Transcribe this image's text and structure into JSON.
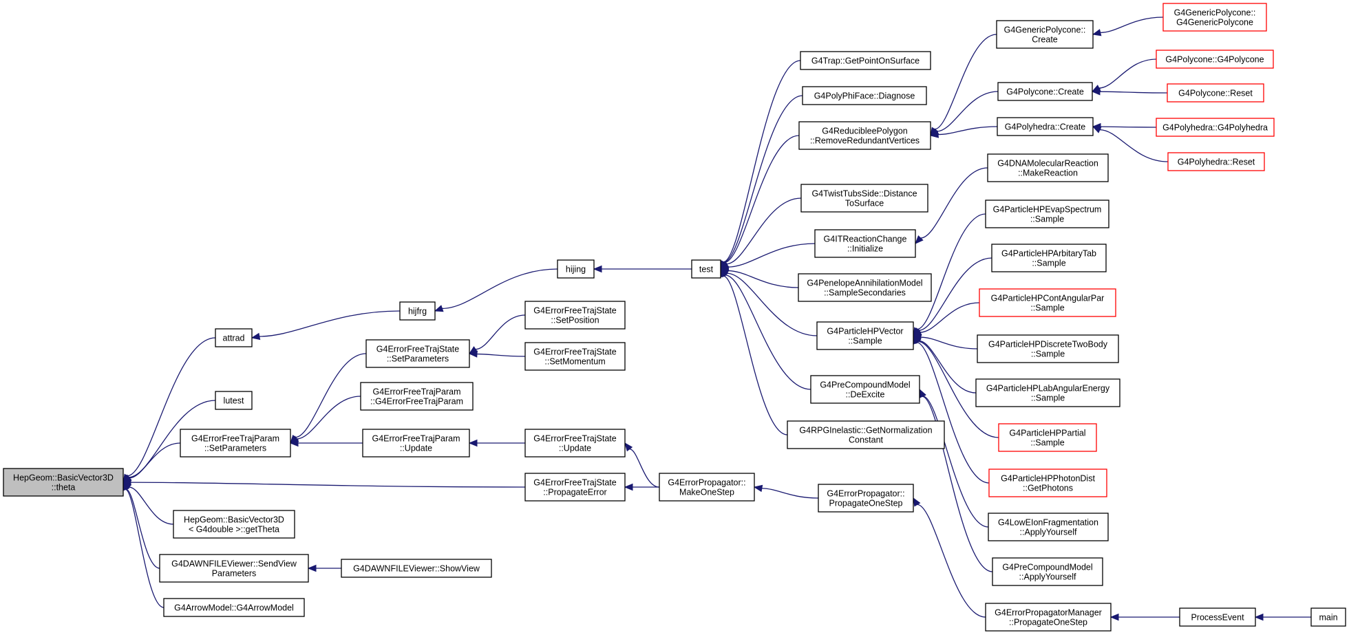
{
  "graph": {
    "colors": {
      "edge": "#191970",
      "truncated_border": "#ff0000",
      "root_fill": "#bfbfbf"
    },
    "nodes": [
      {
        "id": "n_theta",
        "lines": [
          "HepGeom::BasicVector3D",
          "::theta"
        ],
        "root": true
      },
      {
        "id": "n_attrad",
        "lines": [
          "attrad"
        ]
      },
      {
        "id": "n_lutest",
        "lines": [
          "lutest"
        ]
      },
      {
        "id": "n_eftp_setparams",
        "lines": [
          "G4ErrorFreeTrajParam",
          "::SetParameters"
        ]
      },
      {
        "id": "n_bv3d_gettheta",
        "lines": [
          "HepGeom::BasicVector3D",
          "< G4double >::getTheta"
        ]
      },
      {
        "id": "n_dawn_sendview",
        "lines": [
          "G4DAWNFILEViewer::SendView",
          "Parameters"
        ]
      },
      {
        "id": "n_arrowmodel",
        "lines": [
          "G4ArrowModel::G4ArrowModel"
        ]
      },
      {
        "id": "n_hijfrg",
        "lines": [
          "hijfrg"
        ]
      },
      {
        "id": "n_efts_setparams",
        "lines": [
          "G4ErrorFreeTrajState",
          "::SetParameters"
        ]
      },
      {
        "id": "n_eftp_ctor",
        "lines": [
          "G4ErrorFreeTrajParam",
          "::G4ErrorFreeTrajParam"
        ]
      },
      {
        "id": "n_eftp_update",
        "lines": [
          "G4ErrorFreeTrajParam",
          "::Update"
        ]
      },
      {
        "id": "n_efts_propagate",
        "lines": [
          "G4ErrorFreeTrajState",
          "::PropagateError"
        ]
      },
      {
        "id": "n_dawn_showview",
        "lines": [
          "G4DAWNFILEViewer::ShowView"
        ]
      },
      {
        "id": "n_hijing",
        "lines": [
          "hijing"
        ]
      },
      {
        "id": "n_efts_setposition",
        "lines": [
          "G4ErrorFreeTrajState",
          "::SetPosition"
        ]
      },
      {
        "id": "n_efts_setmomentum",
        "lines": [
          "G4ErrorFreeTrajState",
          "::SetMomentum"
        ]
      },
      {
        "id": "n_efts_update",
        "lines": [
          "G4ErrorFreeTrajState",
          "::Update"
        ]
      },
      {
        "id": "n_ep_makeonestep",
        "lines": [
          "G4ErrorPropagator::",
          "MakeOneStep"
        ]
      },
      {
        "id": "n_test",
        "lines": [
          "test"
        ]
      },
      {
        "id": "n_ep_propagateonestep",
        "lines": [
          "G4ErrorPropagator::",
          "PropagateOneStep"
        ]
      },
      {
        "id": "n_trap_getpoint",
        "lines": [
          "G4Trap::GetPointOnSurface"
        ]
      },
      {
        "id": "n_polyphi_diagnose",
        "lines": [
          "G4PolyPhiFace::Diagnose"
        ]
      },
      {
        "id": "n_redpoly_remove",
        "lines": [
          "G4ReducibleePolygon",
          "::RemoveRedundantVertices"
        ]
      },
      {
        "id": "n_twisttubs_distance",
        "lines": [
          "G4TwistTubsSide::Distance",
          "ToSurface"
        ]
      },
      {
        "id": "n_itreaction_init",
        "lines": [
          "G4ITReactionChange",
          "::Initialize"
        ]
      },
      {
        "id": "n_penelope_sample",
        "lines": [
          "G4PenelopeAnnihilationModel",
          "::SampleSecondaries"
        ]
      },
      {
        "id": "n_hpvector_sample",
        "lines": [
          "G4ParticleHPVector",
          "::Sample"
        ]
      },
      {
        "id": "n_precompound_deexcite",
        "lines": [
          "G4PreCompoundModel",
          "::DeExcite"
        ]
      },
      {
        "id": "n_rpg_getnorm",
        "lines": [
          "G4RPGInelastic::GetNormalization",
          "Constant"
        ]
      },
      {
        "id": "n_genpolycone_create",
        "lines": [
          "G4GenericPolycone::",
          "Create"
        ]
      },
      {
        "id": "n_polycone_create",
        "lines": [
          "G4Polycone::Create"
        ]
      },
      {
        "id": "n_polyhedra_create",
        "lines": [
          "G4Polyhedra::Create"
        ]
      },
      {
        "id": "n_dnamol_make",
        "lines": [
          "G4DNAMolecularReaction",
          "::MakeReaction"
        ]
      },
      {
        "id": "n_hpevap_sample",
        "lines": [
          "G4ParticleHPEvapSpectrum",
          "::Sample"
        ]
      },
      {
        "id": "n_hparbitrary_sample",
        "lines": [
          "G4ParticleHPArbitaryTab",
          "::Sample"
        ]
      },
      {
        "id": "n_hpcontang_sample",
        "lines": [
          "G4ParticleHPContAngularPar",
          "::Sample"
        ],
        "truncated": true
      },
      {
        "id": "n_hpdiscrete_sample",
        "lines": [
          "G4ParticleHPDiscreteTwoBody",
          "::Sample"
        ]
      },
      {
        "id": "n_hplabang_sample",
        "lines": [
          "G4ParticleHPLabAngularEnergy",
          "::Sample"
        ]
      },
      {
        "id": "n_hppartial_sample",
        "lines": [
          "G4ParticleHPPartial",
          "::Sample"
        ],
        "truncated": true
      },
      {
        "id": "n_hpphoton_get",
        "lines": [
          "G4ParticleHPPhotonDist",
          "::GetPhotons"
        ],
        "truncated": true
      },
      {
        "id": "n_lowelon_apply",
        "lines": [
          "G4LowEIonFragmentation",
          "::ApplyYourself"
        ]
      },
      {
        "id": "n_precompound_apply",
        "lines": [
          "G4PreCompoundModel",
          "::ApplyYourself"
        ]
      },
      {
        "id": "n_epmanager_propagate",
        "lines": [
          "G4ErrorPropagatorManager",
          "::PropagateOneStep"
        ]
      },
      {
        "id": "n_genpolycone_ctor",
        "lines": [
          "G4GenericPolycone::",
          "G4GenericPolycone"
        ],
        "truncated": true
      },
      {
        "id": "n_polycone_ctor",
        "lines": [
          "G4Polycone::G4Polycone"
        ],
        "truncated": true
      },
      {
        "id": "n_polycone_reset",
        "lines": [
          "G4Polycone::Reset"
        ],
        "truncated": true
      },
      {
        "id": "n_polyhedra_ctor",
        "lines": [
          "G4Polyhedra::G4Polyhedra"
        ],
        "truncated": true
      },
      {
        "id": "n_polyhedra_reset",
        "lines": [
          "G4Polyhedra::Reset"
        ],
        "truncated": true
      },
      {
        "id": "n_processevent",
        "lines": [
          "ProcessEvent"
        ]
      },
      {
        "id": "n_main",
        "lines": [
          "main"
        ]
      }
    ],
    "edges": [
      {
        "from": "n_attrad",
        "to": "n_theta"
      },
      {
        "from": "n_lutest",
        "to": "n_theta"
      },
      {
        "from": "n_eftp_setparams",
        "to": "n_theta"
      },
      {
        "from": "n_efts_propagate",
        "to": "n_theta"
      },
      {
        "from": "n_bv3d_gettheta",
        "to": "n_theta"
      },
      {
        "from": "n_dawn_sendview",
        "to": "n_theta"
      },
      {
        "from": "n_arrowmodel",
        "to": "n_theta"
      },
      {
        "from": "n_hijfrg",
        "to": "n_attrad"
      },
      {
        "from": "n_hijing",
        "to": "n_hijfrg"
      },
      {
        "from": "n_test",
        "to": "n_hijing"
      },
      {
        "from": "n_efts_setparams",
        "to": "n_eftp_setparams"
      },
      {
        "from": "n_eftp_ctor",
        "to": "n_eftp_setparams"
      },
      {
        "from": "n_eftp_update",
        "to": "n_eftp_setparams"
      },
      {
        "from": "n_efts_setposition",
        "to": "n_efts_setparams"
      },
      {
        "from": "n_efts_setmomentum",
        "to": "n_efts_setparams"
      },
      {
        "from": "n_efts_update",
        "to": "n_eftp_update"
      },
      {
        "from": "n_ep_makeonestep",
        "to": "n_efts_update"
      },
      {
        "from": "n_ep_makeonestep",
        "to": "n_efts_propagate"
      },
      {
        "from": "n_ep_propagateonestep",
        "to": "n_ep_makeonestep"
      },
      {
        "from": "n_epmanager_propagate",
        "to": "n_ep_propagateonestep"
      },
      {
        "from": "n_processevent",
        "to": "n_epmanager_propagate"
      },
      {
        "from": "n_main",
        "to": "n_processevent"
      },
      {
        "from": "n_dawn_showview",
        "to": "n_dawn_sendview"
      },
      {
        "from": "n_trap_getpoint",
        "to": "n_test"
      },
      {
        "from": "n_polyphi_diagnose",
        "to": "n_test"
      },
      {
        "from": "n_redpoly_remove",
        "to": "n_test"
      },
      {
        "from": "n_twisttubs_distance",
        "to": "n_test"
      },
      {
        "from": "n_itreaction_init",
        "to": "n_test"
      },
      {
        "from": "n_penelope_sample",
        "to": "n_test"
      },
      {
        "from": "n_hpvector_sample",
        "to": "n_test"
      },
      {
        "from": "n_precompound_deexcite",
        "to": "n_test"
      },
      {
        "from": "n_rpg_getnorm",
        "to": "n_test"
      },
      {
        "from": "n_genpolycone_create",
        "to": "n_redpoly_remove"
      },
      {
        "from": "n_polycone_create",
        "to": "n_redpoly_remove"
      },
      {
        "from": "n_polyhedra_create",
        "to": "n_redpoly_remove"
      },
      {
        "from": "n_genpolycone_ctor",
        "to": "n_genpolycone_create"
      },
      {
        "from": "n_polycone_ctor",
        "to": "n_polycone_create"
      },
      {
        "from": "n_polycone_reset",
        "to": "n_polycone_create"
      },
      {
        "from": "n_polyhedra_ctor",
        "to": "n_polyhedra_create"
      },
      {
        "from": "n_polyhedra_reset",
        "to": "n_polyhedra_create"
      },
      {
        "from": "n_dnamol_make",
        "to": "n_itreaction_init"
      },
      {
        "from": "n_hpevap_sample",
        "to": "n_hpvector_sample"
      },
      {
        "from": "n_hparbitrary_sample",
        "to": "n_hpvector_sample"
      },
      {
        "from": "n_hpcontang_sample",
        "to": "n_hpvector_sample"
      },
      {
        "from": "n_hpdiscrete_sample",
        "to": "n_hpvector_sample"
      },
      {
        "from": "n_hplabang_sample",
        "to": "n_hpvector_sample"
      },
      {
        "from": "n_hppartial_sample",
        "to": "n_hpvector_sample"
      },
      {
        "from": "n_hpphoton_get",
        "to": "n_hpvector_sample"
      },
      {
        "from": "n_lowelon_apply",
        "to": "n_precompound_deexcite"
      },
      {
        "from": "n_precompound_apply",
        "to": "n_precompound_deexcite"
      }
    ]
  }
}
